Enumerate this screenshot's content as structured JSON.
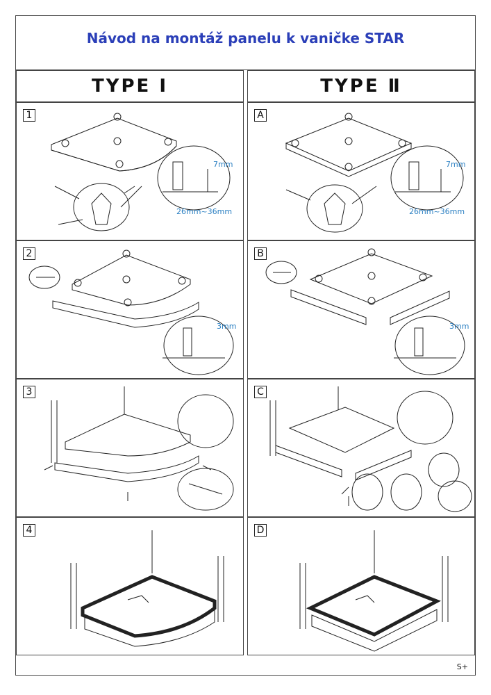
{
  "title": "Návod na montáž panelu k vaničke STAR",
  "columns": [
    {
      "heading": "TYPE Ⅰ",
      "steps": [
        "1",
        "2",
        "3",
        "4"
      ]
    },
    {
      "heading": "TYPE Ⅱ",
      "steps": [
        "A",
        "B",
        "C",
        "D"
      ]
    }
  ],
  "dimensions": {
    "leg_height": "7mm",
    "leg_range": "26mm~36mm",
    "panel_gap": "3mm"
  },
  "footer": "S+",
  "colors": {
    "title": "#2b3fb8",
    "dimension": "#2a7fc2"
  }
}
